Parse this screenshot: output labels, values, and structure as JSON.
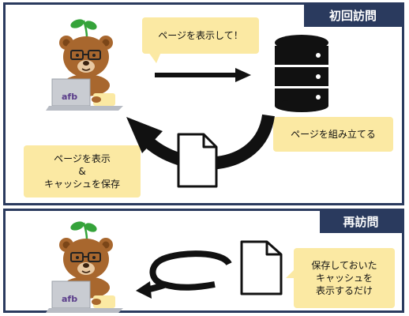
{
  "sections": {
    "first_visit": {
      "label": "初回訪問",
      "request_bubble": "ページを表示して！",
      "build_bubble": "ページを組み立てる",
      "display_bubble": [
        "ページを表示",
        "&",
        "キャッシュを保存"
      ]
    },
    "revisit": {
      "label": "再訪問",
      "cache_bubble": [
        "保存しておいた",
        "キャッシュを",
        "表示するだけ"
      ]
    }
  },
  "laptop_logo": "afb",
  "icons": [
    "bear-mascot-icon",
    "laptop-icon",
    "database-icon",
    "document-icon",
    "arrow-right-icon",
    "arrow-curved-icon"
  ],
  "colors": {
    "frame": "#2a3a5e",
    "bubble": "#fbe9a3",
    "bear": "#a8672e",
    "sprout": "#35a33a"
  }
}
